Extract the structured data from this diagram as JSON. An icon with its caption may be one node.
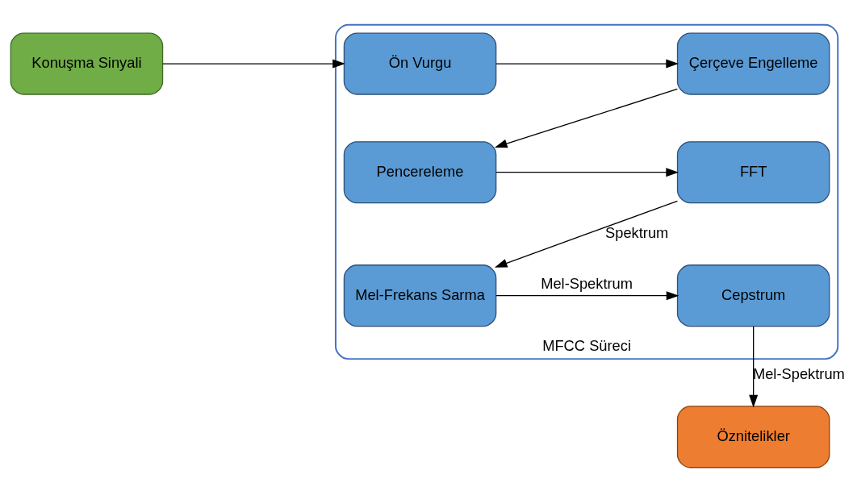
{
  "diagram": {
    "nodes": [
      {
        "text": [
          "Konuşma Sinyali"
        ]
      },
      {
        "text": [
          "MFCC Süreci"
        ]
      },
      {
        "text": [
          "Ön Vurgu"
        ],
        "in": 1
      },
      {
        "text": [
          "Çerçeve Engelleme"
        ],
        "in": 1
      },
      {
        "text": [
          "Pencereleme"
        ],
        "in": 1
      },
      {
        "text": [
          "FFT"
        ],
        "in": 1
      },
      {
        "text": [
          "Mel-Frekans Sarma"
        ],
        "in": 1
      },
      {
        "text": [
          "Cepstrum"
        ],
        "in": 1
      },
      {
        "text": [
          "Öznitelikler"
        ]
      }
    ],
    "edges": [
      {
        "from": 0,
        "to": 2,
        "arrow": "to"
      },
      {
        "from": 2,
        "to": 3,
        "arrow": "to"
      },
      {
        "from": 3,
        "to": 4,
        "arrow": "to"
      },
      {
        "from": 4,
        "to": 5,
        "arrow": "to"
      },
      {
        "from": 5,
        "to": 6,
        "arrow": "to",
        "label": "Spektrum"
      },
      {
        "from": 6,
        "to": 7,
        "arrow": "to",
        "label": "Mel-Spektrum"
      },
      {
        "from": 7,
        "to": 8,
        "arrow": "to",
        "label": "Mel-Spektrum"
      }
    ]
  }
}
